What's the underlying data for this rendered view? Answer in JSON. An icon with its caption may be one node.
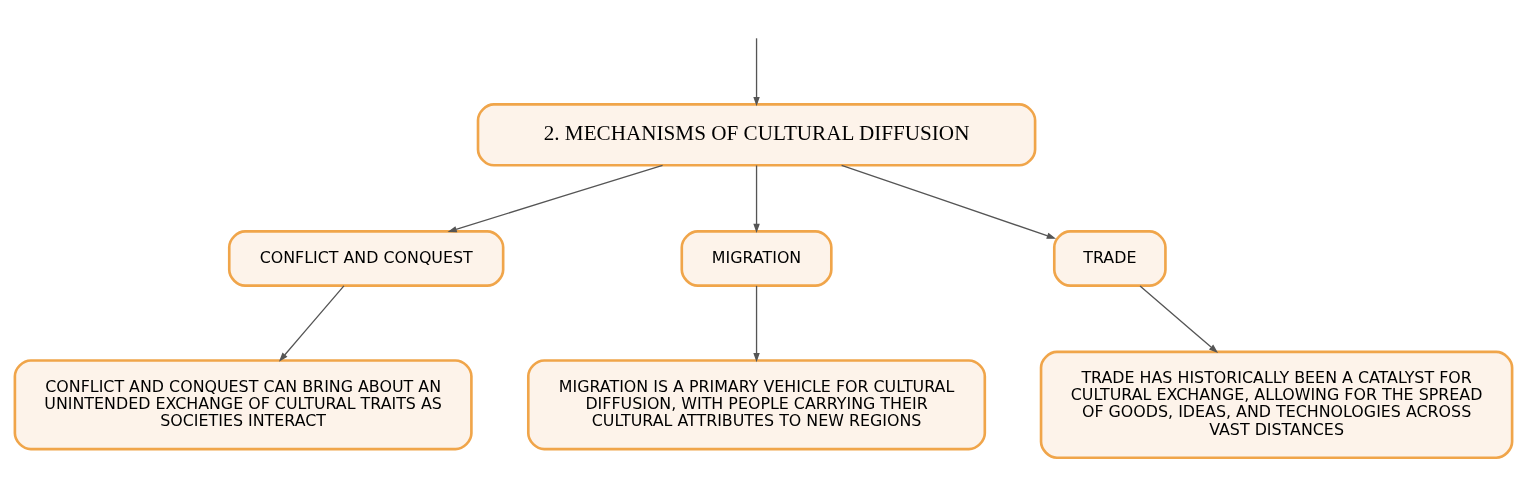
{
  "diagram": {
    "nodes": [
      {
        "text": [
          "2. MECHANISMS OF CULTURAL DIFFUSION"
        ]
      },
      {
        "text": [
          "CONFLICT AND CONQUEST"
        ]
      },
      {
        "text": [
          "MIGRATION"
        ]
      },
      {
        "text": [
          "TRADE"
        ]
      },
      {
        "text": [
          "CONFLICT AND CONQUEST CAN BRING ABOUT AN UNINTENDED EXCHANGE OF CULTURAL TRAITS AS SOCIETIES INTERACT"
        ]
      },
      {
        "text": [
          "MIGRATION IS A PRIMARY VEHICLE FOR CULTURAL DIFFUSION, WITH PEOPLE CARRYING THEIR CULTURAL ATTRIBUTES TO NEW REGIONS"
        ]
      },
      {
        "text": [
          "TRADE HAS HISTORICALLY BEEN A CATALYST FOR CULTURAL EXCHANGE, ALLOWING FOR THE SPREAD OF GOODS, IDEAS, AND TECHNOLOGIES ACROSS VAST DISTANCES"
        ]
      }
    ],
    "edges": [
      {
        "from": null,
        "to": 0,
        "arrow": "to"
      },
      {
        "from": 0,
        "to": 1,
        "arrow": "to"
      },
      {
        "from": 0,
        "to": 2,
        "arrow": "to"
      },
      {
        "from": 0,
        "to": 3,
        "arrow": "to"
      },
      {
        "from": 1,
        "to": 4,
        "arrow": "to"
      },
      {
        "from": 2,
        "to": 5,
        "arrow": "to"
      },
      {
        "from": 3,
        "to": 6,
        "arrow": "to"
      }
    ]
  }
}
